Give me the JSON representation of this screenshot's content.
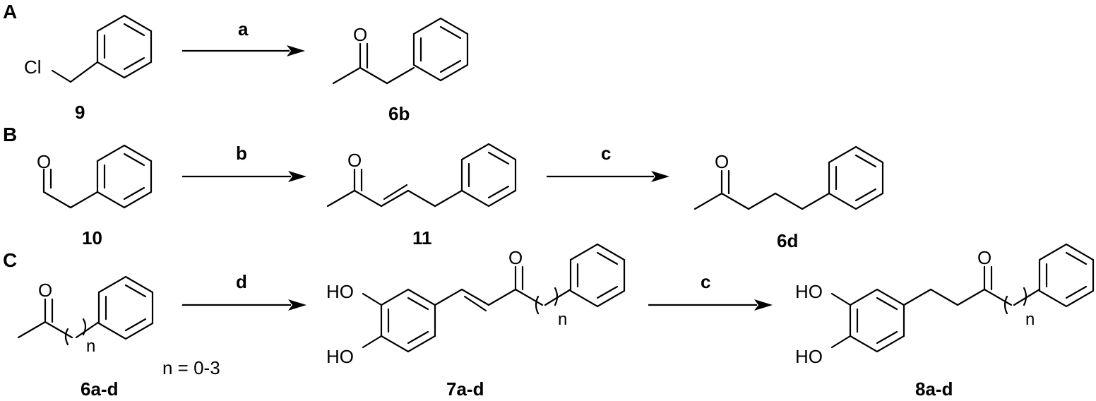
{
  "panels": {
    "a": "A",
    "b": "B",
    "c": "C"
  },
  "reagents": {
    "a": "a",
    "b": "b",
    "c1": "c",
    "d": "d",
    "c2": "c"
  },
  "atoms": {
    "cl": "Cl",
    "o": "O",
    "ho": "HO",
    "n": "n"
  },
  "compounds": {
    "c9": "9",
    "c6b": "6b",
    "c10": "10",
    "c11": "11",
    "c6d": "6d",
    "c6ad": "6a-d",
    "c7ad": "7a-d",
    "c8ad": "8a-d"
  },
  "note": "n = 0-3"
}
